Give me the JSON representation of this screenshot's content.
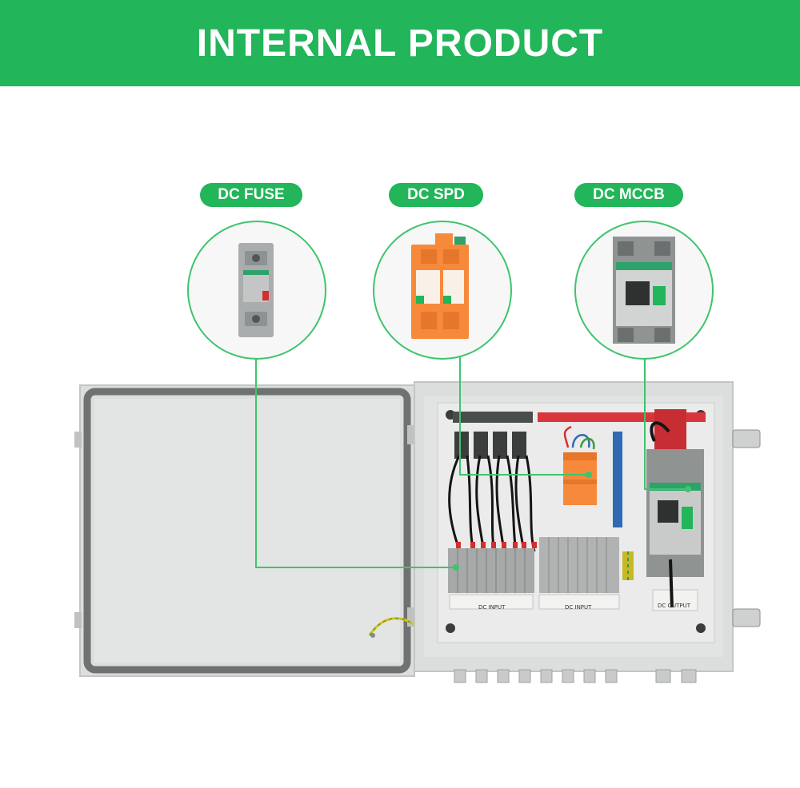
{
  "header": {
    "title": "INTERNAL PRODUCT"
  },
  "components": [
    {
      "label": "DC FUSE",
      "icon": "dc-fuse-icon"
    },
    {
      "label": "DC SPD",
      "icon": "dc-spd-icon"
    },
    {
      "label": "DC MCCB",
      "icon": "dc-mccb-icon"
    }
  ],
  "terminal_labels": {
    "dc_input_left": "DC INPUT",
    "dc_input_right": "DC INPUT",
    "dc_output": "DC OUTPUT"
  },
  "colors": {
    "brand_green": "#22b55a",
    "connector_green": "#3ec46d",
    "spd_orange": "#f7893b",
    "busbar_red": "#d9363b"
  }
}
